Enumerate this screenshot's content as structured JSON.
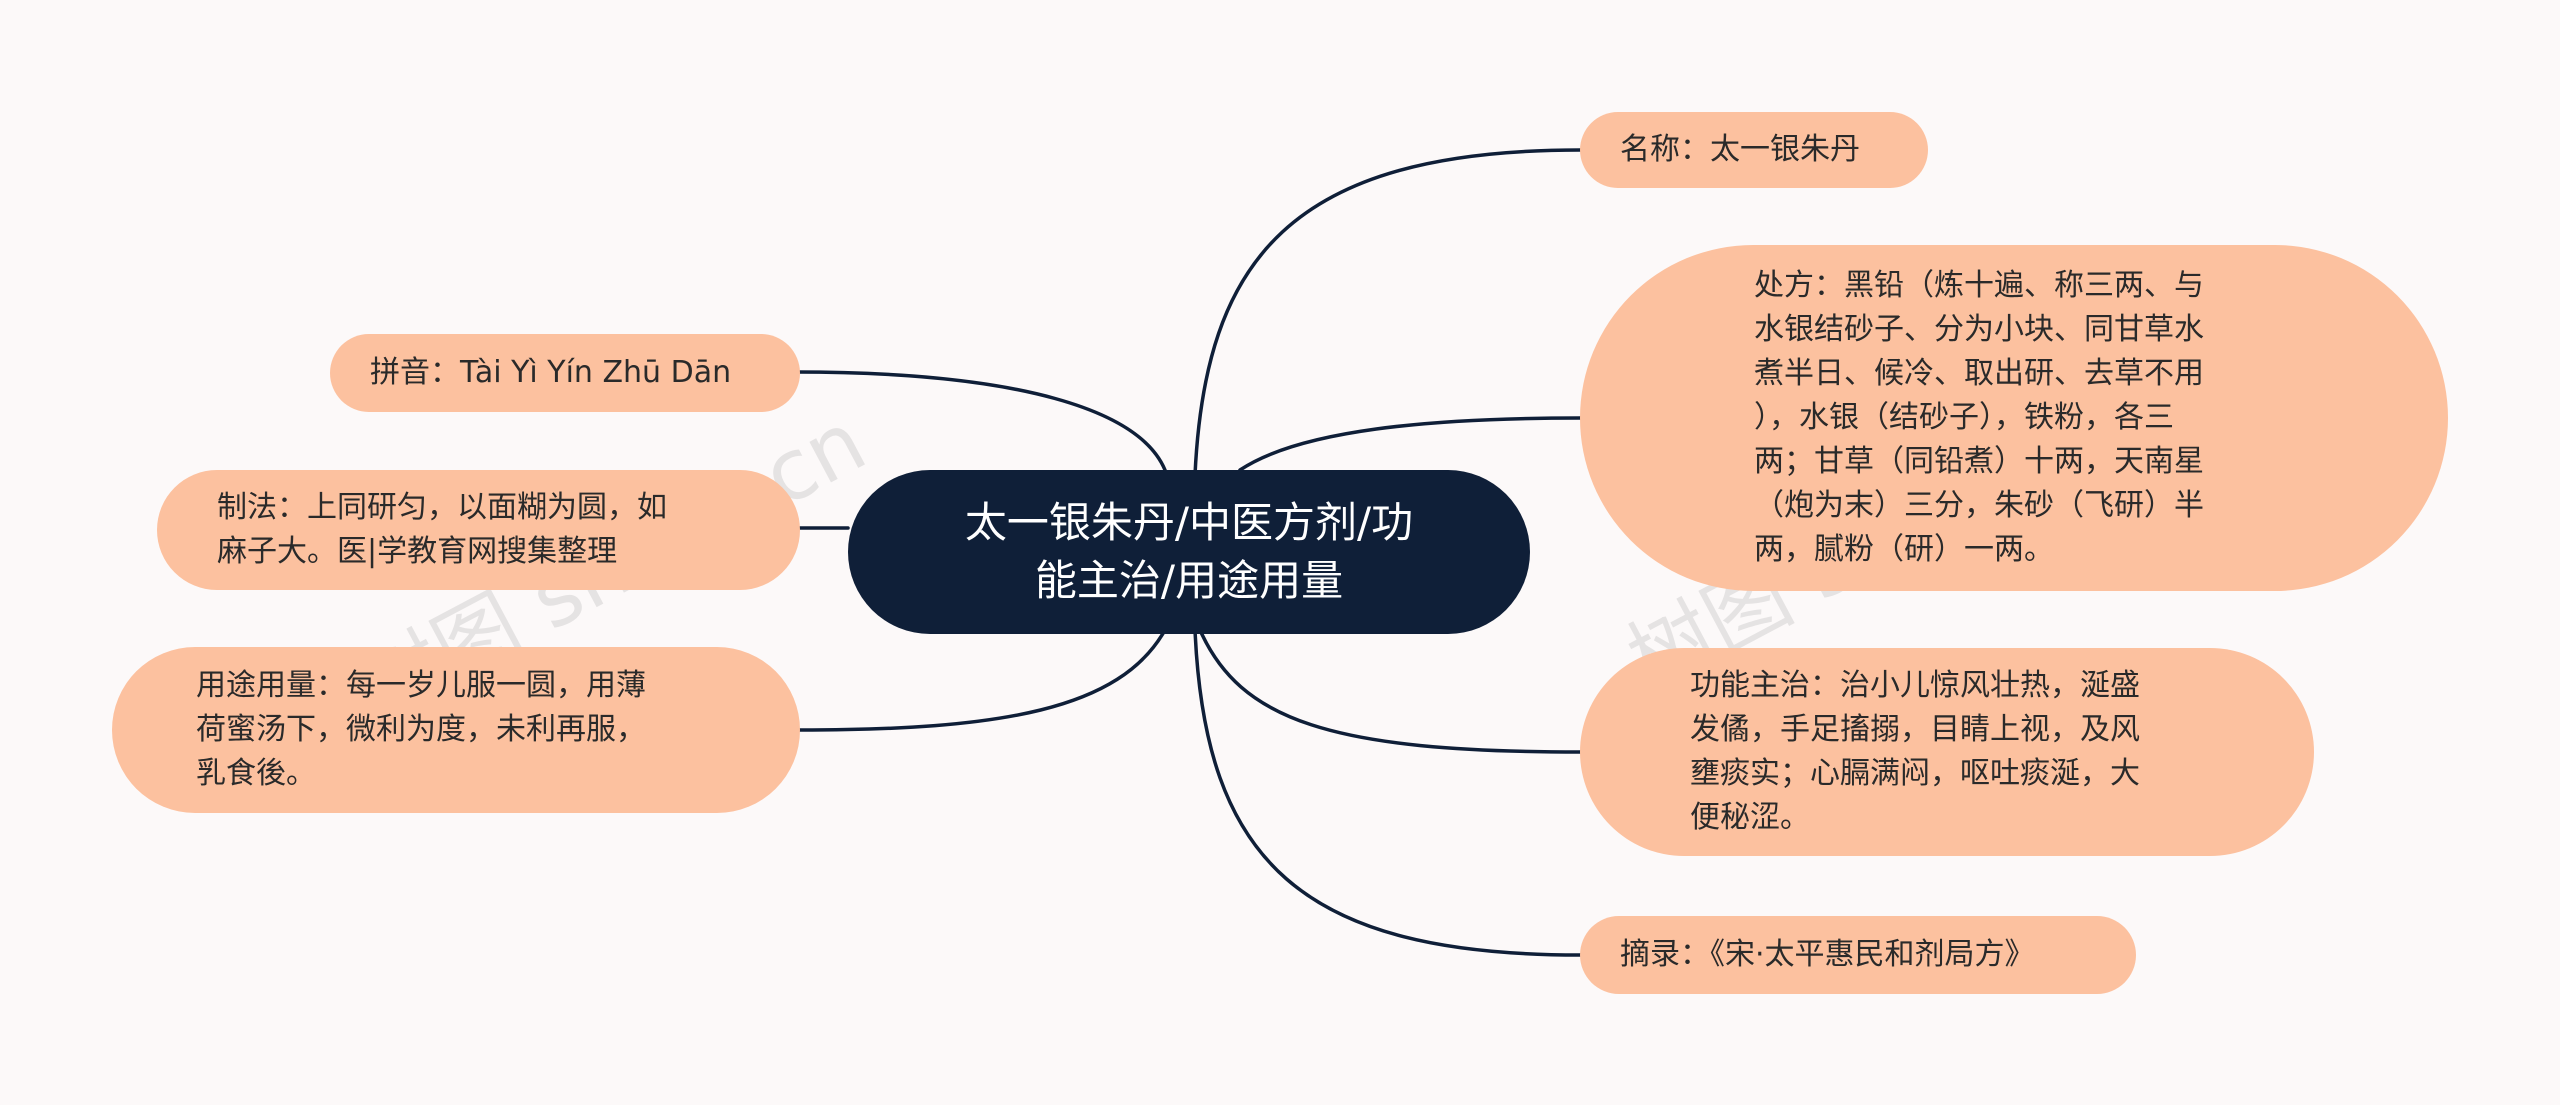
{
  "center": {
    "text": "太一银朱丹/中医方剂/功\n能主治/用途用量"
  },
  "nodes": {
    "name": "名称：太一银朱丹",
    "prescription": "处方：黑铅（炼十遍、称三两、与\n水银结砂子、分为小块、同甘草水\n煮半日、候冷、取出研、去草不用\n），水银（结砂子），铁粉，各三\n两；甘草（同铅煮）十两，天南星\n（炮为末）三分，朱砂（飞研）半\n两，腻粉（研）一两。",
    "function": "功能主治：治小儿惊风壮热，涎盛\n发僪，手足搐搦，目睛上视，及风\n壅痰实；心膈满闷，呕吐痰涎，大\n便秘涩。",
    "excerpt": "摘录：《宋·太平惠民和剂局方》",
    "pinyin": "拼音：Tài Yì Yín Zhū Dān",
    "preparation": "制法：上同研匀，以面糊为圆，如\n麻子大。医|学教育网搜集整理",
    "usage": "用途用量：每一岁儿服一圆，用薄\n荷蜜汤下，微利为度，未利再服，\n乳食後。"
  },
  "watermarks": [
    "树图 shutu.cn",
    "树图 shutu.cn"
  ],
  "colors": {
    "background": "#fcf9f9",
    "center_fill": "#0f1f38",
    "node_fill": "#fcc19f",
    "connector": "#0f1f38"
  }
}
